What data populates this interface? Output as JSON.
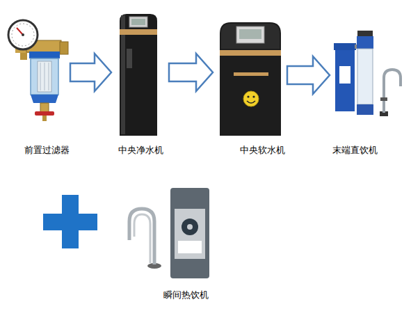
{
  "diagram": {
    "nodes": [
      {
        "text": [
          "前置过滤器"
        ]
      },
      {
        "text": [
          "中央净水机"
        ]
      },
      {
        "text": [
          "中央软水机"
        ]
      },
      {
        "text": [
          "末端直饮机"
        ]
      },
      {
        "text": [
          "瞬间热饮机"
        ]
      }
    ],
    "edges": [
      {
        "from": 0,
        "to": 1,
        "arrow": "to"
      },
      {
        "from": 1,
        "to": 2,
        "arrow": "to"
      },
      {
        "from": 2,
        "to": 3,
        "arrow": "to"
      }
    ]
  }
}
